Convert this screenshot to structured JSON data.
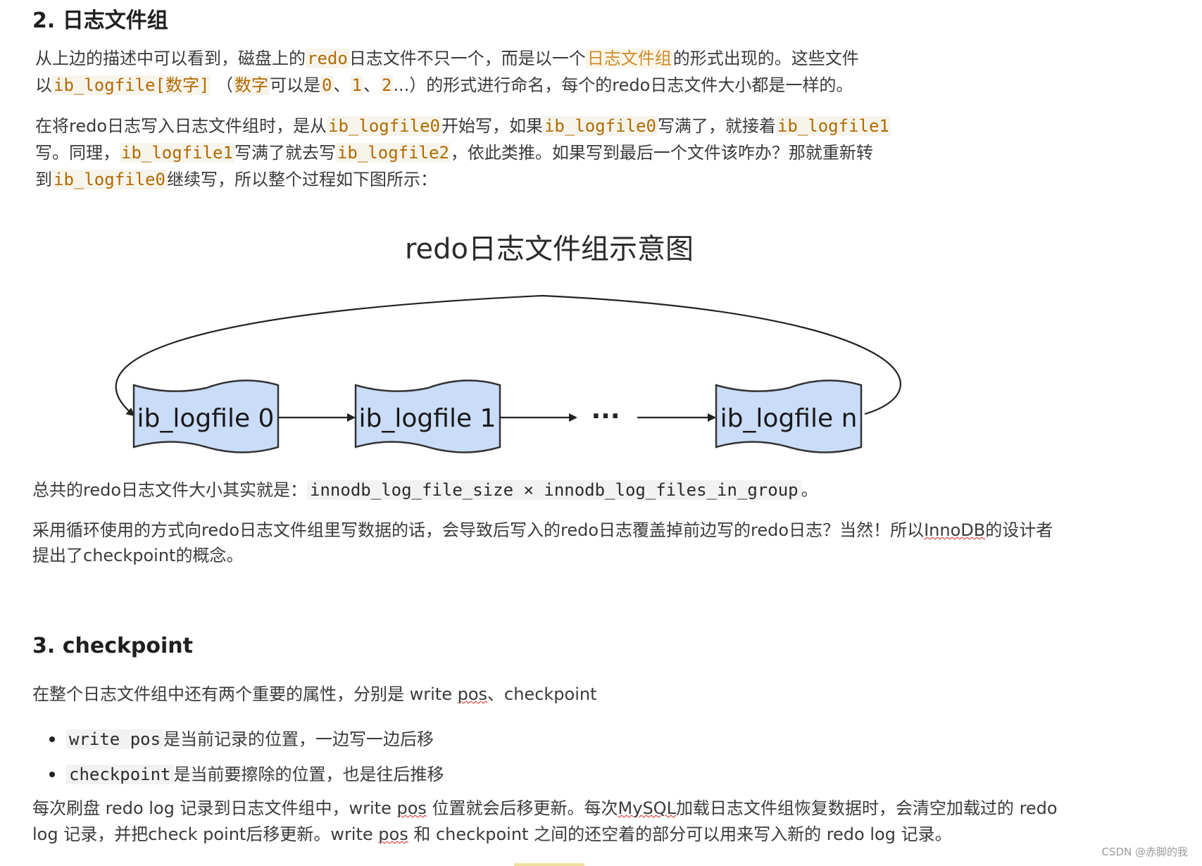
{
  "section2": {
    "heading": "2. 日志文件组"
  },
  "para1": {
    "line1": {
      "a": "从上边的描述中可以看到，磁盘上的",
      "code_redo": "redo",
      "b": "日志文件不只一个，而是以一个",
      "hl": "日志文件组",
      "c": "的形式出现的。这些文件"
    },
    "line2": {
      "a": "以",
      "code1": "ib_logfile[",
      "code1_cn": "数字",
      "code1_end": "]",
      "b": "（",
      "code2": "数字",
      "c": "可以是",
      "n0": "0",
      "sep1": "、",
      "n1": "1",
      "sep2": "、",
      "n2": "2",
      "d": "...）的形式进行命名，每个的redo日志文件大小都是一样的。"
    }
  },
  "para2": {
    "line1": {
      "a": "在将redo日志写入日志文件组时，是从",
      "code1": "ib_logfile0",
      "b": "开始写，如果",
      "code2": "ib_logfile0",
      "c": "写满了，就接着",
      "code3": "ib_logfile1"
    },
    "line2": {
      "a": "写。同理，",
      "code1": "ib_logfile1",
      "b": "写满了就去写",
      "code2": "ib_logfile2",
      "c": "，依此类推。如果写到最后一个文件该咋办？那就重新转"
    },
    "line3": {
      "a": "到",
      "code1": "ib_logfile0",
      "b": "继续写，所以整个过程如下图所示："
    }
  },
  "diagram": {
    "title": "redo日志文件组示意图",
    "files": [
      "ib_logfile 0",
      "ib_logfile 1",
      "ib_logfile n"
    ],
    "ellipsis": "···",
    "colors": {
      "fill": "#c9dcf8",
      "stroke": "#333333"
    }
  },
  "para3": {
    "a": "总共的redo日志文件大小其实就是：",
    "code": "innodb_log_file_size × innodb_log_files_in_group",
    "b": "。"
  },
  "para4": {
    "line1": {
      "a": "采用循环使用的方式向redo日志文件组里写数据的话，会导致后写入的redo日志覆盖掉前边写的redo日志？当然！所以",
      "wavy": "InnoDB",
      "b": "的设计者"
    },
    "line2": "提出了checkpoint的概念。"
  },
  "section3": {
    "heading": "3. checkpoint"
  },
  "para5": {
    "a": "在整个日志文件组中还有两个重要的属性，分别是 write ",
    "wavy": "pos",
    "b": "、checkpoint"
  },
  "bullets": [
    {
      "code": "write pos",
      "text": "是当前记录的位置，一边写一边后移"
    },
    {
      "code": "checkpoint",
      "text": "是当前要擦除的位置，也是往后推移"
    }
  ],
  "para6": {
    "line1": {
      "a": "每次刷盘 redo log 记录到日志文件组中，write ",
      "wavy1": "pos",
      "b": " 位置就会后移更新。每次",
      "wavy2": "MySQL",
      "c": "加载日志文件组恢复数据时，会清空加载过的 redo"
    },
    "line2": {
      "a": "log 记录，并把check point后移更新。write ",
      "wavy": "pos",
      "b": " 和 checkpoint 之间的还空着的部分可以用来写入新的 redo log 记录。"
    }
  },
  "watermark": "CSDN @赤脚的我"
}
